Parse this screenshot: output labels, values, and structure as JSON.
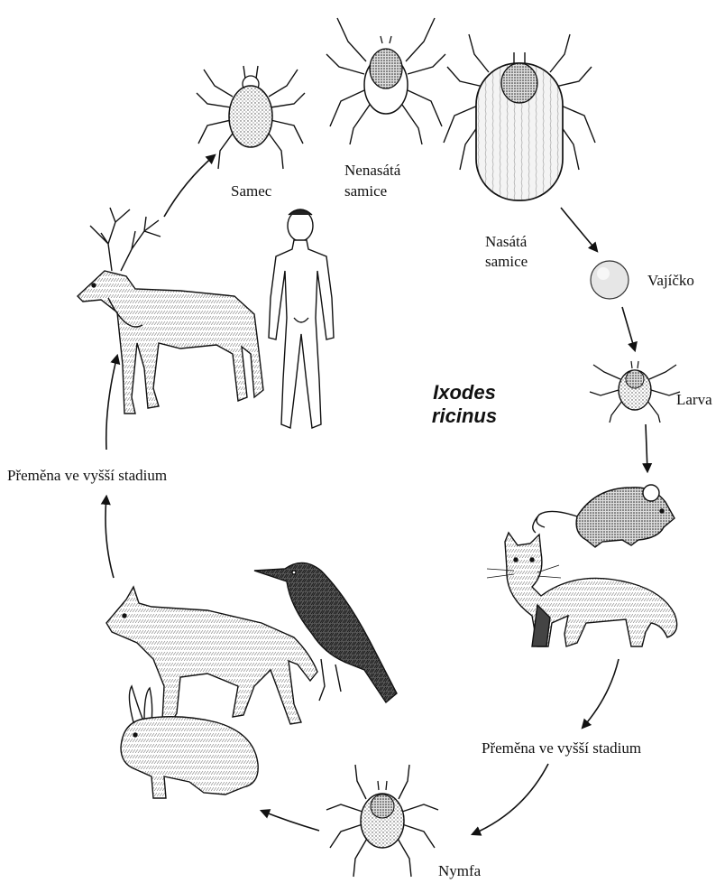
{
  "title": {
    "line1": "Ixodes",
    "line2": "ricinus"
  },
  "labels": {
    "samec": "Samec",
    "nenasata_l1": "Nenasátá",
    "nenasata_l2": "samice",
    "nasata_l1": "Nasátá",
    "nasata_l2": "samice",
    "vajicko": "Vajíčko",
    "larva": "Larva",
    "premena_right": "Přeměna ve vyšší stadium",
    "nymfa": "Nymfa",
    "premena_left": "Přeměna ve vyšší stadium"
  },
  "icons": [
    "male-tick-icon",
    "unfed-female-tick-icon",
    "engorged-female-tick-icon",
    "egg-icon",
    "larva-tick-icon",
    "mouse-icon",
    "cat-icon",
    "nymph-tick-icon",
    "rabbit-icon",
    "fox-icon",
    "bird-icon",
    "deer-icon",
    "human-icon"
  ],
  "colors": {
    "ink": "#111111",
    "stipple": "#555555",
    "background": "#ffffff"
  }
}
